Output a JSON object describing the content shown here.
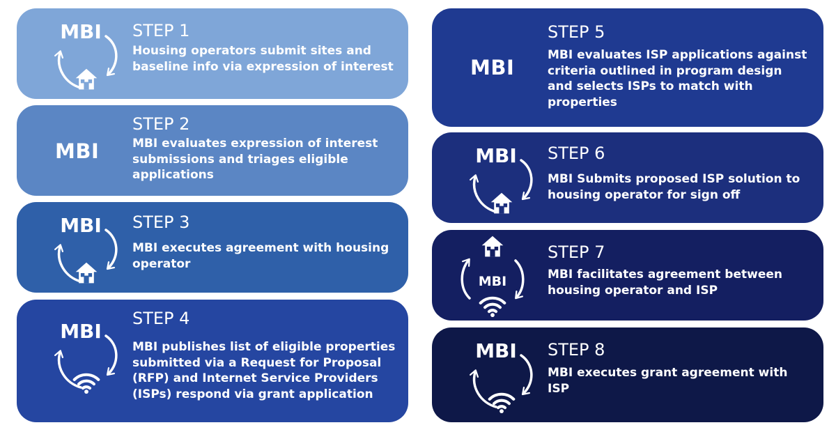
{
  "brand": "MBI",
  "colors": {
    "step1": "#7fa6d8",
    "step2": "#5b86c4",
    "step3": "#2f60a9",
    "step4": "#2546a1",
    "step5": "#1f3a91",
    "step6": "#1c2f7d",
    "step7": "#141f61",
    "step8": "#0e1848"
  },
  "steps": [
    {
      "title": "STEP 1",
      "text": "Housing operators submit sites and\nbaseline info via expression of interest",
      "icon": "mbi-cycle-house-icon"
    },
    {
      "title": "STEP 2",
      "text": "MBI evaluates expression of interest\nsubmissions and triages eligible\napplications",
      "icon": "mbi-text-icon"
    },
    {
      "title": "STEP 3",
      "text": "MBI executes agreement with housing\noperator",
      "icon": "mbi-cycle-house-icon"
    },
    {
      "title": "STEP 4",
      "text": "MBI publishes list of eligible properties\nsubmitted via a Request for Proposal\n(RFP) and Internet Service Providers\n(ISPs) respond via grant application",
      "icon": "mbi-cycle-wifi-icon"
    },
    {
      "title": "STEP 5",
      "text": "MBI evaluates ISP applications against\ncriteria outlined in program design\nand selects ISPs to match with\nproperties",
      "icon": "mbi-text-icon"
    },
    {
      "title": "STEP 6",
      "text": "MBI Submits proposed ISP solution to\nhousing operator for sign off",
      "icon": "mbi-cycle-house-icon"
    },
    {
      "title": "STEP 7",
      "text": "MBI facilitates  agreement between\nhousing operator and ISP",
      "icon": "house-mbi-wifi-cycle-icon"
    },
    {
      "title": "STEP 8",
      "text": "MBI executes grant agreement with\nISP",
      "icon": "mbi-cycle-wifi-icon"
    }
  ]
}
